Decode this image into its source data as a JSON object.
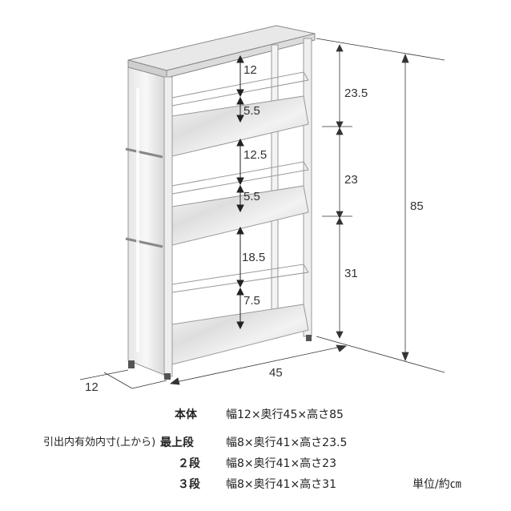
{
  "dimensions": {
    "shelf_top_clearance": "12",
    "shelf_top_tray_depth": "5.5",
    "shelf_mid_clearance": "12.5",
    "shelf_mid_tray_depth": "5.5",
    "shelf_bottom_clearance": "18.5",
    "shelf_bottom_tray_depth": "7.5",
    "section_top_height": "23.5",
    "section_mid_height": "23",
    "section_bottom_height": "31",
    "total_height": "85",
    "width": "45",
    "depth": "12"
  },
  "specs": {
    "body_label": "本体",
    "body_value": "幅12×奥行45×高さ85",
    "inner_caption": "引出内有効内寸(上から)",
    "tier1_label": "最上段",
    "tier1_value": "幅8×奥行41×高さ23.5",
    "tier2_label": "２段",
    "tier2_value": "幅8×奥行41×高さ23",
    "tier3_label": "３段",
    "tier3_value": "幅8×奥行41×高さ31",
    "unit": "単位/約㎝"
  }
}
